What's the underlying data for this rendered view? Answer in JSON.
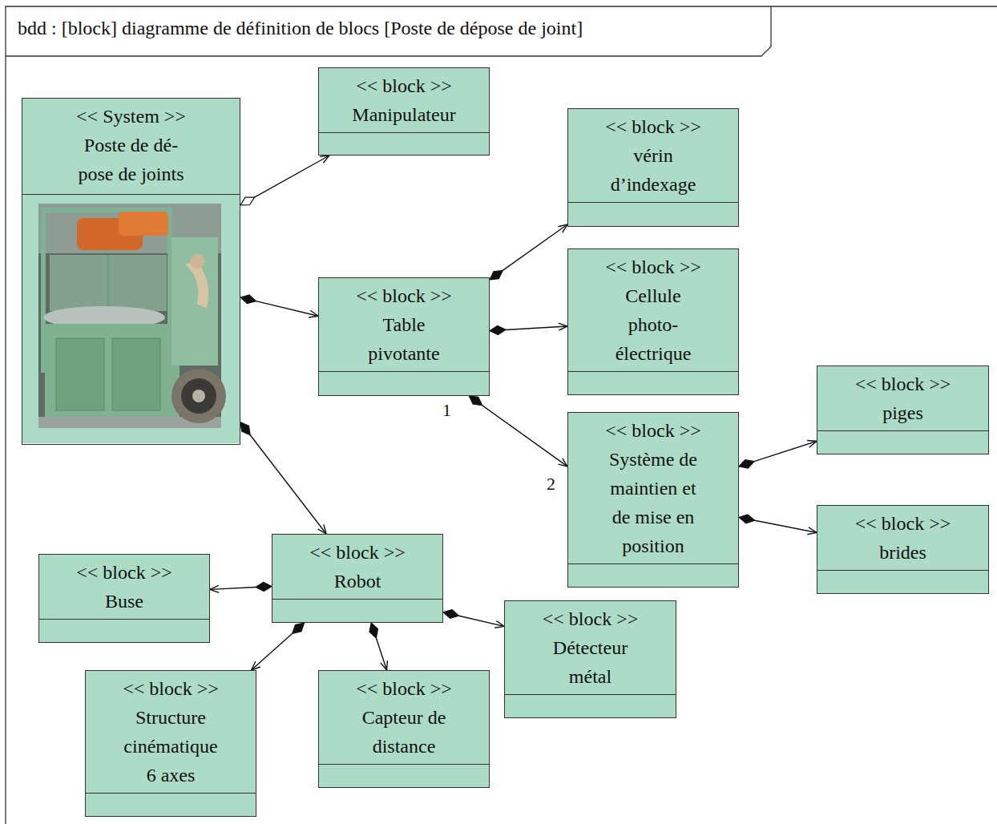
{
  "diagram": {
    "title": "bdd : [block] diagramme de définition de blocs [Poste de dépose de joint]",
    "nodes": [
      {
        "text": [
          "<< System >>",
          "Poste de dé- pose de joints"
        ]
      },
      {
        "text": [
          "<< block >>",
          "Manipulateur"
        ]
      },
      {
        "text": [
          "<< block >>",
          "vérin d’indexage"
        ]
      },
      {
        "text": [
          "<< block >>",
          "Table pivotante"
        ]
      },
      {
        "text": [
          "<< block >>",
          "Cellule photo- électrique"
        ]
      },
      {
        "text": [
          "<< block >>",
          "piges"
        ]
      },
      {
        "text": [
          "<< block >>",
          "Système de maintien et de mise en position"
        ]
      },
      {
        "text": [
          "<< block >>",
          "brides"
        ]
      },
      {
        "text": [
          "<< block >>",
          "Robot"
        ]
      },
      {
        "text": [
          "<< block >>",
          "Buse"
        ]
      },
      {
        "text": [
          "<< block >>",
          "Détecteur métal"
        ]
      },
      {
        "text": [
          "<< block >>",
          "Structure cinématique 6 axes"
        ]
      },
      {
        "text": [
          "<< block >>",
          "Capteur de distance"
        ]
      }
    ],
    "edges": [
      {
        "from": 0,
        "to": 1,
        "arrow": "to"
      },
      {
        "from": 0,
        "to": 3,
        "arrow": "to"
      },
      {
        "from": 0,
        "to": 8,
        "arrow": "to"
      },
      {
        "from": 3,
        "to": 2,
        "arrow": "to"
      },
      {
        "from": 3,
        "to": 4,
        "arrow": "to"
      },
      {
        "from": 3,
        "to": 6,
        "arrow": "to"
      },
      {
        "from": 6,
        "to": 5,
        "arrow": "to"
      },
      {
        "from": 6,
        "to": 7,
        "arrow": "to"
      },
      {
        "from": 8,
        "to": 9,
        "arrow": "to"
      },
      {
        "from": 8,
        "to": 11,
        "arrow": "to"
      },
      {
        "from": 8,
        "to": 12,
        "arrow": "to"
      },
      {
        "from": 8,
        "to": 10,
        "arrow": "to"
      }
    ],
    "labels": [
      "1",
      "2"
    ]
  }
}
